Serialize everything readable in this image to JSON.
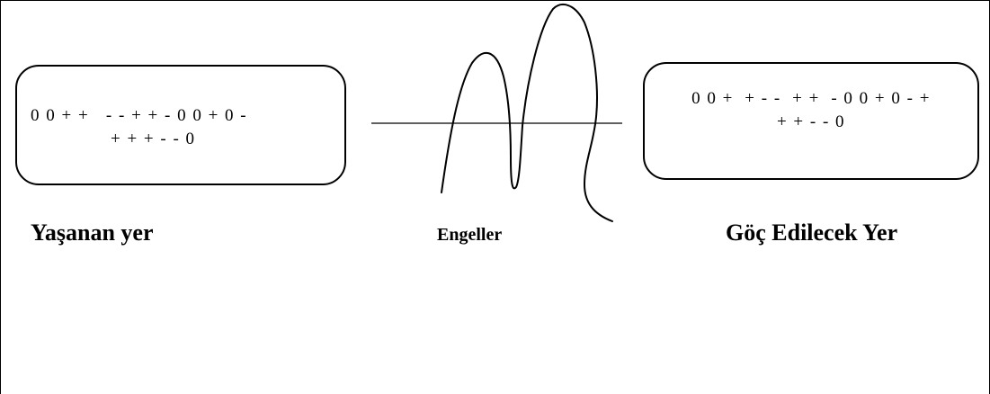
{
  "diagram": {
    "origin": {
      "signs_line1": "0 0 + +   - - + + - 0 0 + 0 -",
      "signs_line2": "+ + + - - 0",
      "label": "Yaşanan yer"
    },
    "obstacles": {
      "label": "Engeller"
    },
    "destination": {
      "signs_line1": "0 0 +  + - -  + +  - 0 0 + 0 - +",
      "signs_line2": "+ + - - 0",
      "label": "Göç Edilecek Yer"
    }
  }
}
